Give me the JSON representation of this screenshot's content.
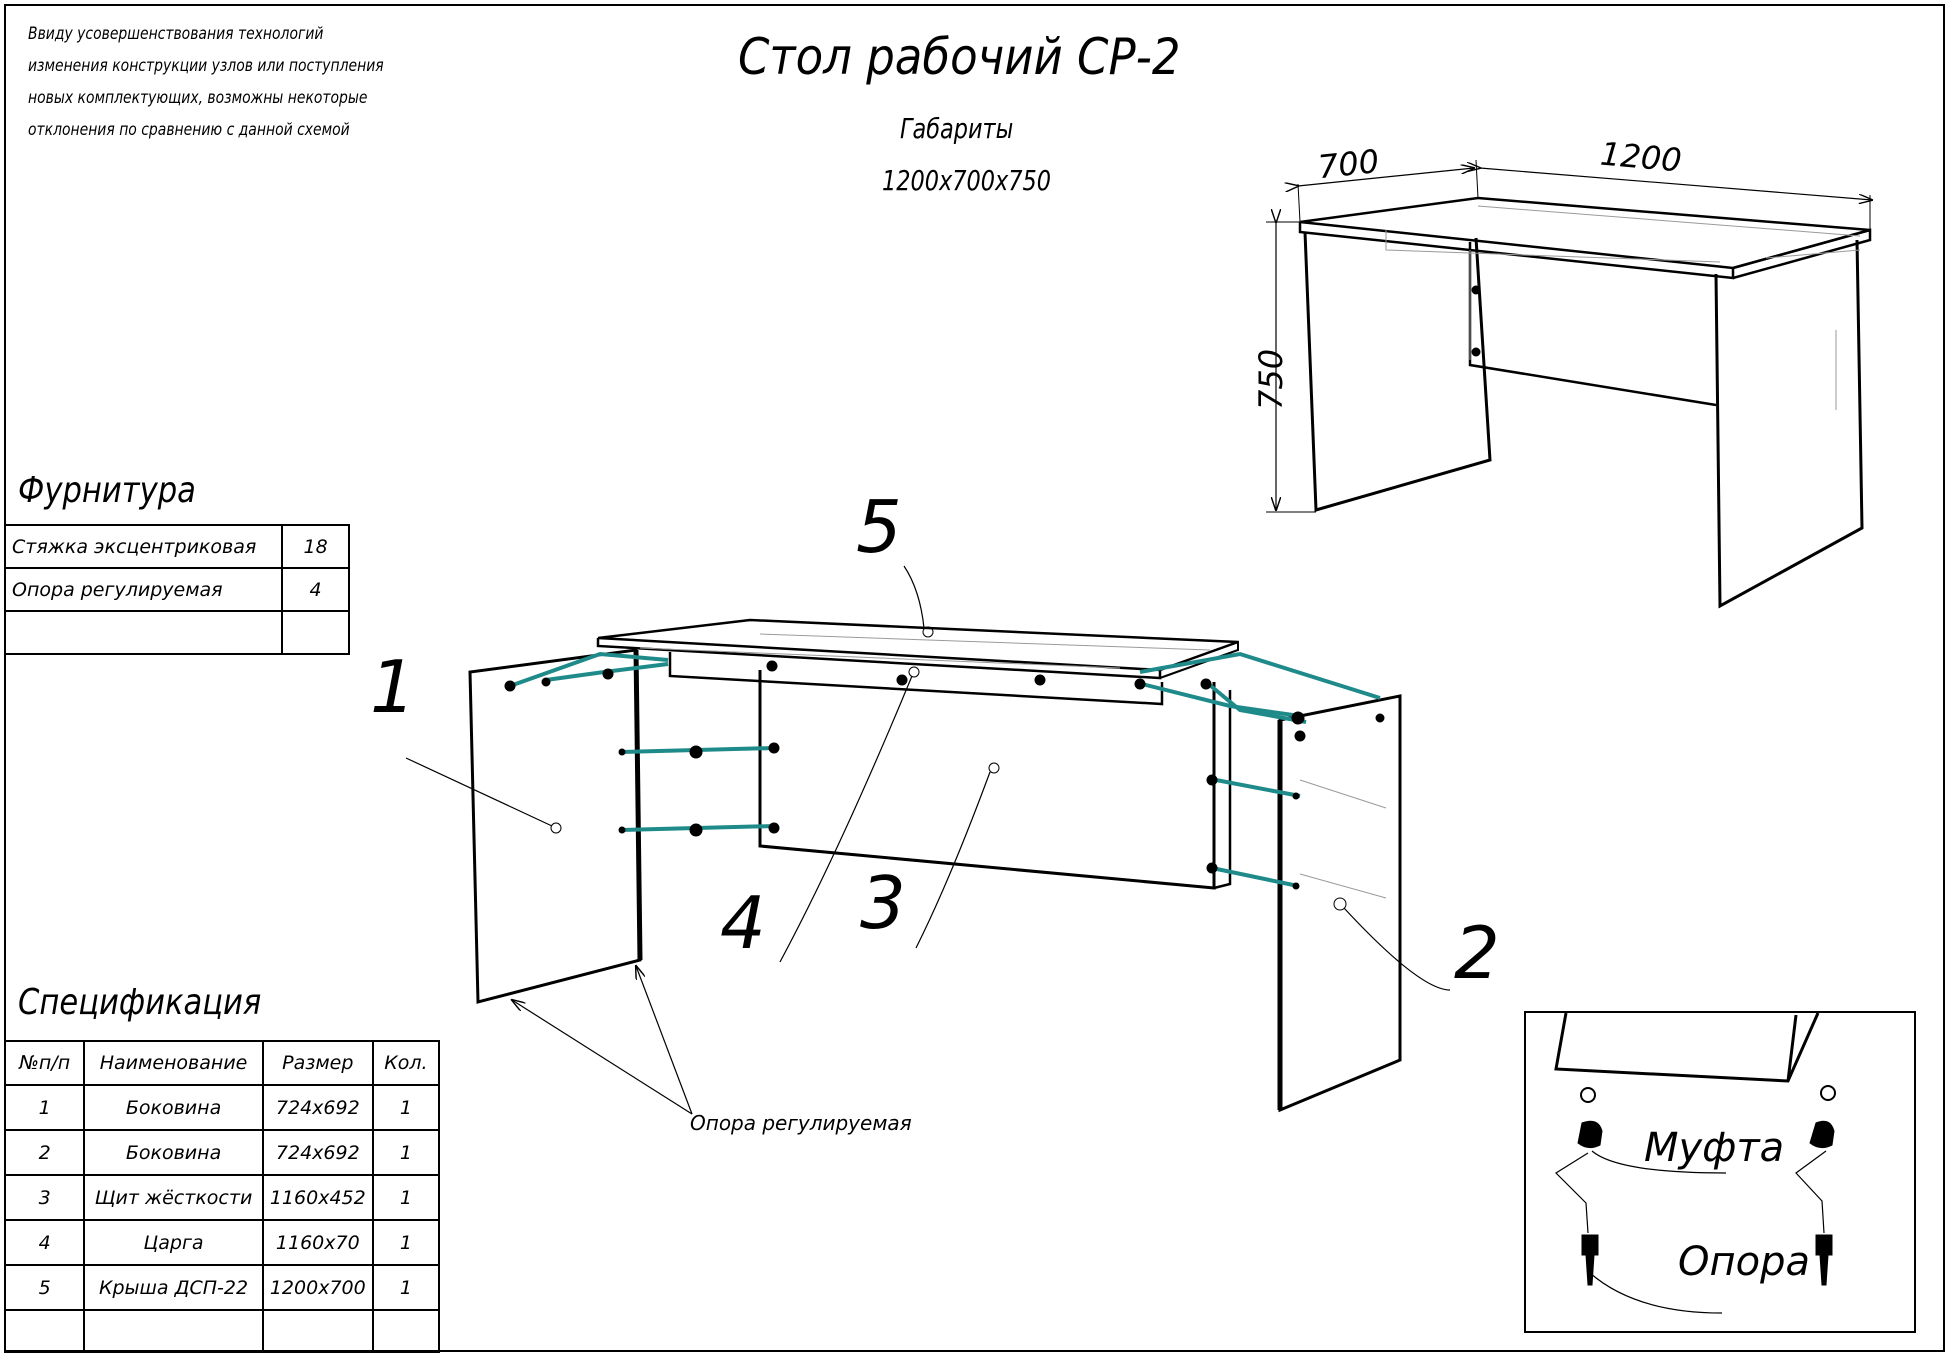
{
  "title": "Стол рабочий СР-2",
  "note_lines": [
    "Ввиду усовершенствования технологий",
    "изменения конструкции узлов или поступления",
    "новых комплектующих, возможны некоторые",
    "отклонения по сравнению с данной схемой"
  ],
  "dimensions": {
    "label": "Габариты",
    "value": "1200х700х750",
    "depth": "700",
    "width": "1200",
    "height": "750"
  },
  "hardware": {
    "heading": "Фурнитура",
    "rows": [
      {
        "name": "Стяжка эксцентриковая",
        "qty": "18"
      },
      {
        "name": "Опора регулируемая",
        "qty": "4"
      },
      {
        "name": "",
        "qty": ""
      }
    ]
  },
  "specification": {
    "heading": "Спецификация",
    "columns": [
      "№п/п",
      "Наименование",
      "Размер",
      "Кол."
    ],
    "rows": [
      {
        "num": "1",
        "name": "Боковина",
        "size": "724х692",
        "qty": "1"
      },
      {
        "num": "2",
        "name": "Боковина",
        "size": "724х692",
        "qty": "1"
      },
      {
        "num": "3",
        "name": "Щит жёсткости",
        "size": "1160х452",
        "qty": "1"
      },
      {
        "num": "4",
        "name": "Царга",
        "size": "1160х70",
        "qty": "1"
      },
      {
        "num": "5",
        "name": "Крыша ДСП-22",
        "size": "1200х700",
        "qty": "1"
      },
      {
        "num": "",
        "name": "",
        "size": "",
        "qty": ""
      }
    ]
  },
  "part_labels": [
    "1",
    "2",
    "3",
    "4",
    "5"
  ],
  "support_label": "Опора регулируемая",
  "inset": {
    "coupling_label": "Муфта",
    "support_label": "Опора"
  },
  "colors": {
    "line": "#000000",
    "fastener_teal": "#1f8a8a",
    "hidden_line": "#9a9a9a"
  }
}
